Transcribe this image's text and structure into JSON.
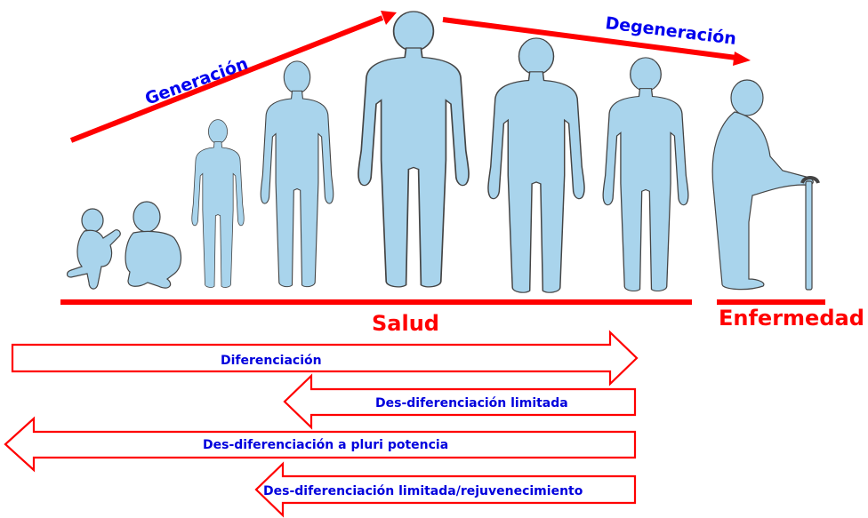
{
  "stages": {
    "generation": "Generación",
    "degeneration": "Degeneración"
  },
  "states": {
    "health": "Salud",
    "disease": "Enfermedad"
  },
  "processes": [
    {
      "label": "Diferenciación",
      "direction": "right"
    },
    {
      "label": "Des-diferenciación limitada",
      "direction": "left"
    },
    {
      "label": "Des-diferenciación a pluri potencia",
      "direction": "left"
    },
    {
      "label": "Des-diferenciación limitada/rejuvenecimiento",
      "direction": "left"
    }
  ],
  "figures": [
    {
      "name": "crawling-baby"
    },
    {
      "name": "sitting-toddler"
    },
    {
      "name": "child"
    },
    {
      "name": "teen"
    },
    {
      "name": "adult"
    },
    {
      "name": "middle-aged-adult"
    },
    {
      "name": "older-adult"
    },
    {
      "name": "elderly-with-cane"
    }
  ],
  "colors": {
    "line": "#ff0000",
    "stage_text": "#0000ee",
    "state_text": "#ff0000",
    "figure_fill": "#a9d4ec",
    "figure_stroke": "#444444",
    "arrow_fill": "#ffffff",
    "arrow_stroke": "#ff0000",
    "process_text": "#0000dd"
  }
}
